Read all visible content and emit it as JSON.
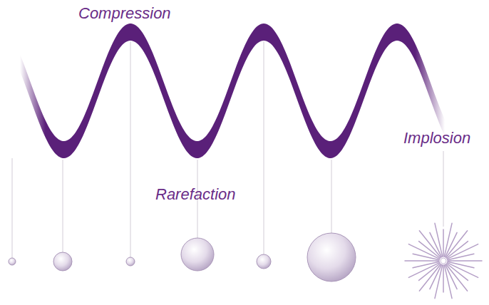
{
  "diagram": {
    "labels": [
      "Compression",
      "Rarefaction",
      "Implosion"
    ]
  }
}
